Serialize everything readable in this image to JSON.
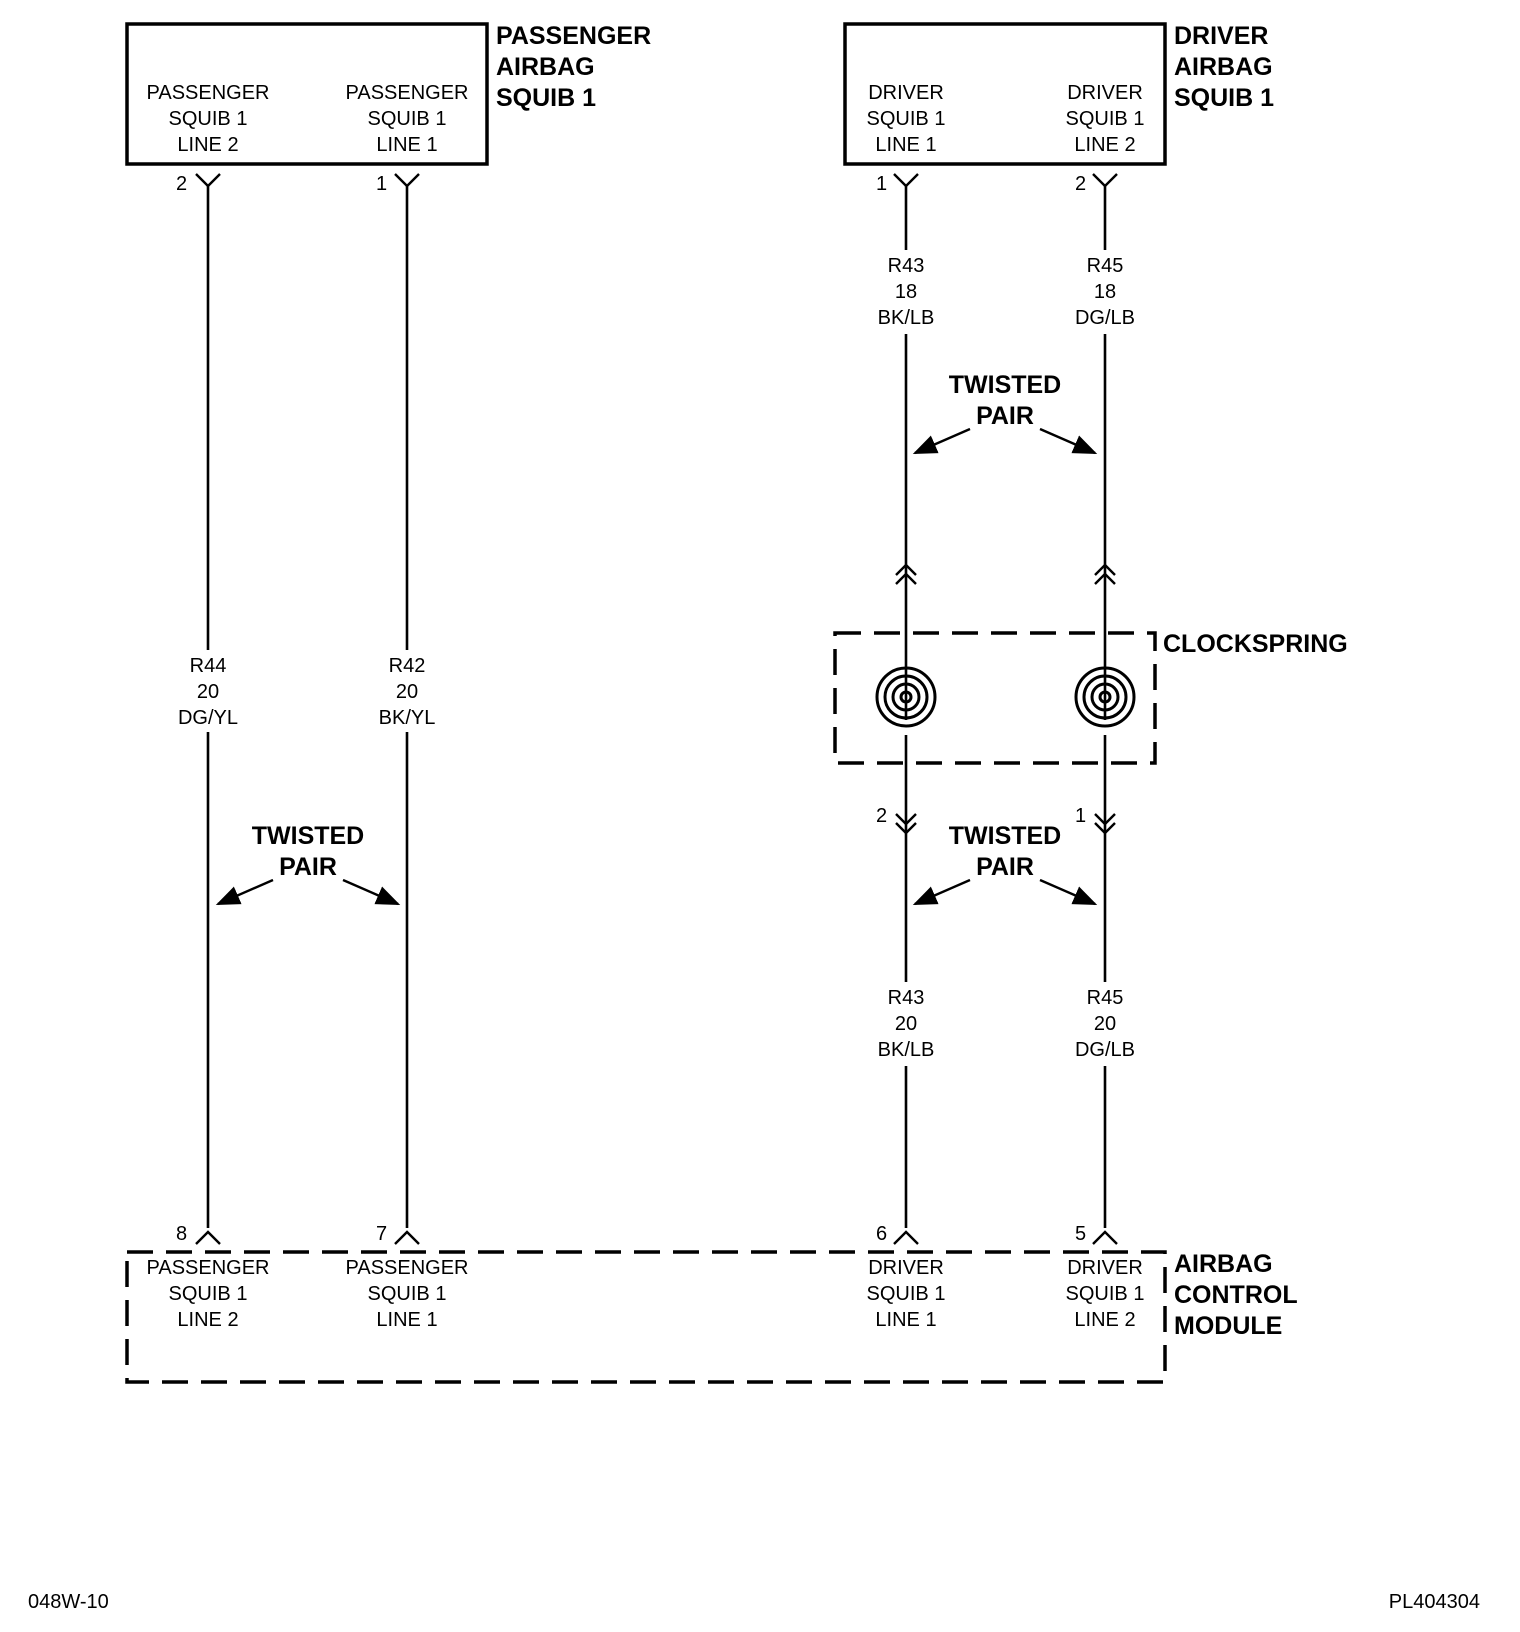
{
  "components": {
    "passenger_squib": {
      "title": [
        "PASSENGER",
        "AIRBAG",
        "SQUIB 1"
      ],
      "pin_labels": [
        {
          "lines": [
            "PASSENGER",
            "SQUIB 1",
            "LINE 2"
          ],
          "pin": "2"
        },
        {
          "lines": [
            "PASSENGER",
            "SQUIB 1",
            "LINE 1"
          ],
          "pin": "1"
        }
      ]
    },
    "driver_squib": {
      "title": [
        "DRIVER",
        "AIRBAG",
        "SQUIB 1"
      ],
      "pin_labels": [
        {
          "lines": [
            "DRIVER",
            "SQUIB 1",
            "LINE 1"
          ],
          "pin": "1"
        },
        {
          "lines": [
            "DRIVER",
            "SQUIB 1",
            "LINE 2"
          ],
          "pin": "2"
        }
      ]
    },
    "clockspring": {
      "title": "CLOCKSPRING",
      "pins": [
        "2",
        "1"
      ]
    },
    "airbag_control_module": {
      "title": [
        "AIRBAG",
        "CONTROL",
        "MODULE"
      ],
      "pin_labels": [
        {
          "lines": [
            "PASSENGER",
            "SQUIB 1",
            "LINE 2"
          ],
          "pin": "8"
        },
        {
          "lines": [
            "PASSENGER",
            "SQUIB 1",
            "LINE 1"
          ],
          "pin": "7"
        },
        {
          "lines": [
            "DRIVER",
            "SQUIB 1",
            "LINE 1"
          ],
          "pin": "6"
        },
        {
          "lines": [
            "DRIVER",
            "SQUIB 1",
            "LINE 2"
          ],
          "pin": "5"
        }
      ]
    }
  },
  "wires": [
    {
      "circuit": "R44",
      "gauge": "20",
      "color": "DG/YL"
    },
    {
      "circuit": "R42",
      "gauge": "20",
      "color": "BK/YL"
    },
    {
      "circuit": "R43",
      "gauge": "18",
      "color": "BK/LB"
    },
    {
      "circuit": "R45",
      "gauge": "18",
      "color": "DG/LB"
    },
    {
      "circuit": "R43",
      "gauge": "20",
      "color": "BK/LB"
    },
    {
      "circuit": "R45",
      "gauge": "20",
      "color": "DG/LB"
    }
  ],
  "annotations": {
    "twisted_pair": [
      "TWISTED",
      "PAIR"
    ]
  },
  "footer": {
    "left_code": "048W-10",
    "right_code": "PL404304"
  }
}
